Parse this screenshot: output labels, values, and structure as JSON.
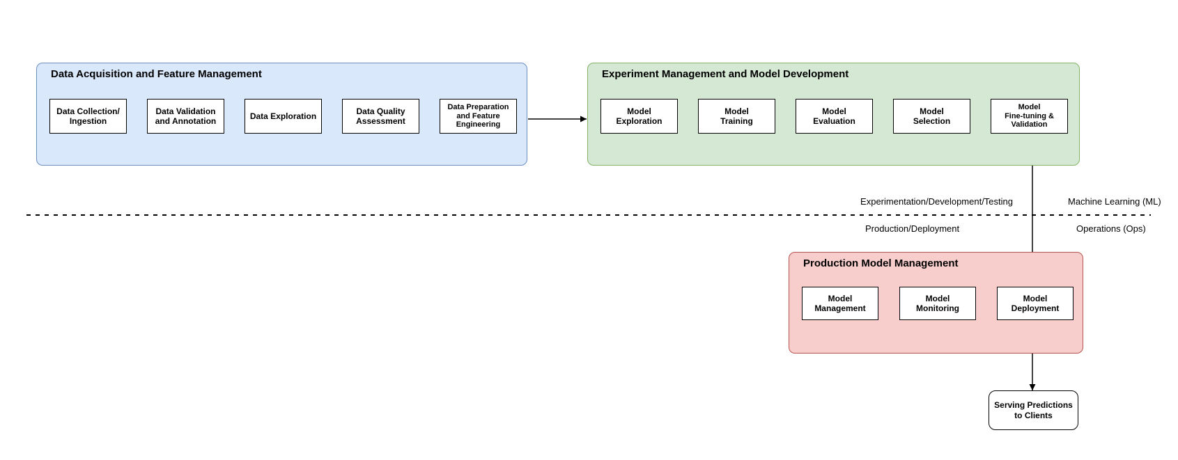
{
  "palette": {
    "data_acquisition_fill": "#dae8fc",
    "data_acquisition_border": "#6c8ebf",
    "experiment_fill": "#d5e8d4",
    "experiment_border": "#82b366",
    "production_fill": "#f8cecc",
    "production_border": "#b85450",
    "node_fill": "#ffffff",
    "line_color": "#000000"
  },
  "containers": [
    {
      "title": "Data Acquisition and Feature Management",
      "boxes": [
        {
          "label": "Data Collection/\nIngestion"
        },
        {
          "label": "Data Validation\nand Annotation"
        },
        {
          "label": "Data Exploration"
        },
        {
          "label": "Data Quality\nAssessment"
        },
        {
          "label": "Data Preparation\nand Feature\nEngineering"
        }
      ]
    },
    {
      "title": "Experiment Management and Model Development",
      "boxes": [
        {
          "label": "Model\nExploration"
        },
        {
          "label": "Model\nTraining"
        },
        {
          "label": "Model\nEvaluation"
        },
        {
          "label": "Model\nSelection"
        },
        {
          "label": "Model\nFine-tuning &\nValidation"
        }
      ]
    },
    {
      "title": "Production Model Management",
      "boxes": [
        {
          "label": "Model\nManagement"
        },
        {
          "label": "Model\nMonitoring"
        },
        {
          "label": "Model\nDeployment"
        }
      ]
    }
  ],
  "divider": {
    "top_left": "Experimentation/Development/Testing",
    "top_right": "Machine Learning (ML)",
    "bottom_left": "Production/Deployment",
    "bottom_right": "Operations (Ops)"
  },
  "terminal": {
    "label": "Serving Predictions\nto Clients"
  }
}
